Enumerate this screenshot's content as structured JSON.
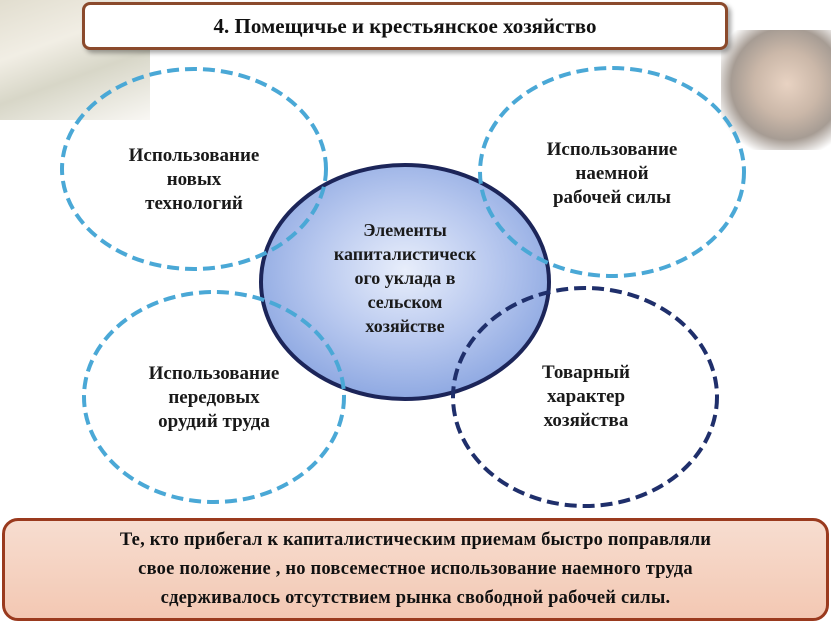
{
  "title": "4. Помещичье и крестьянское хозяйство",
  "center": {
    "lines": [
      "Элементы",
      "капиталистическ",
      "ого уклада в",
      "сельском",
      "хозяйстве"
    ]
  },
  "nodes": {
    "top_left": [
      "Использование",
      "новых",
      "технологий"
    ],
    "top_right": [
      "Использование",
      "наемной",
      "рабочей силы"
    ],
    "bottom_left": [
      "Использование",
      "передовых",
      "орудий труда"
    ],
    "bottom_right": [
      "Товарный",
      "характер",
      "хозяйства"
    ]
  },
  "footer": {
    "lines": [
      "Те, кто прибегал к капиталистическим приемам быстро поправляли",
      "свое положение , но повсеместное использование наемного труда",
      "сдерживалось отсутствием рынка свободной рабочей силы."
    ]
  },
  "colors": {
    "dashed_light": "#4aa8d6",
    "dashed_dark": "#1f2f6b",
    "center_border": "#1c2559",
    "title_border": "#8b4a2c",
    "footer_border": "#9a3a1e"
  }
}
